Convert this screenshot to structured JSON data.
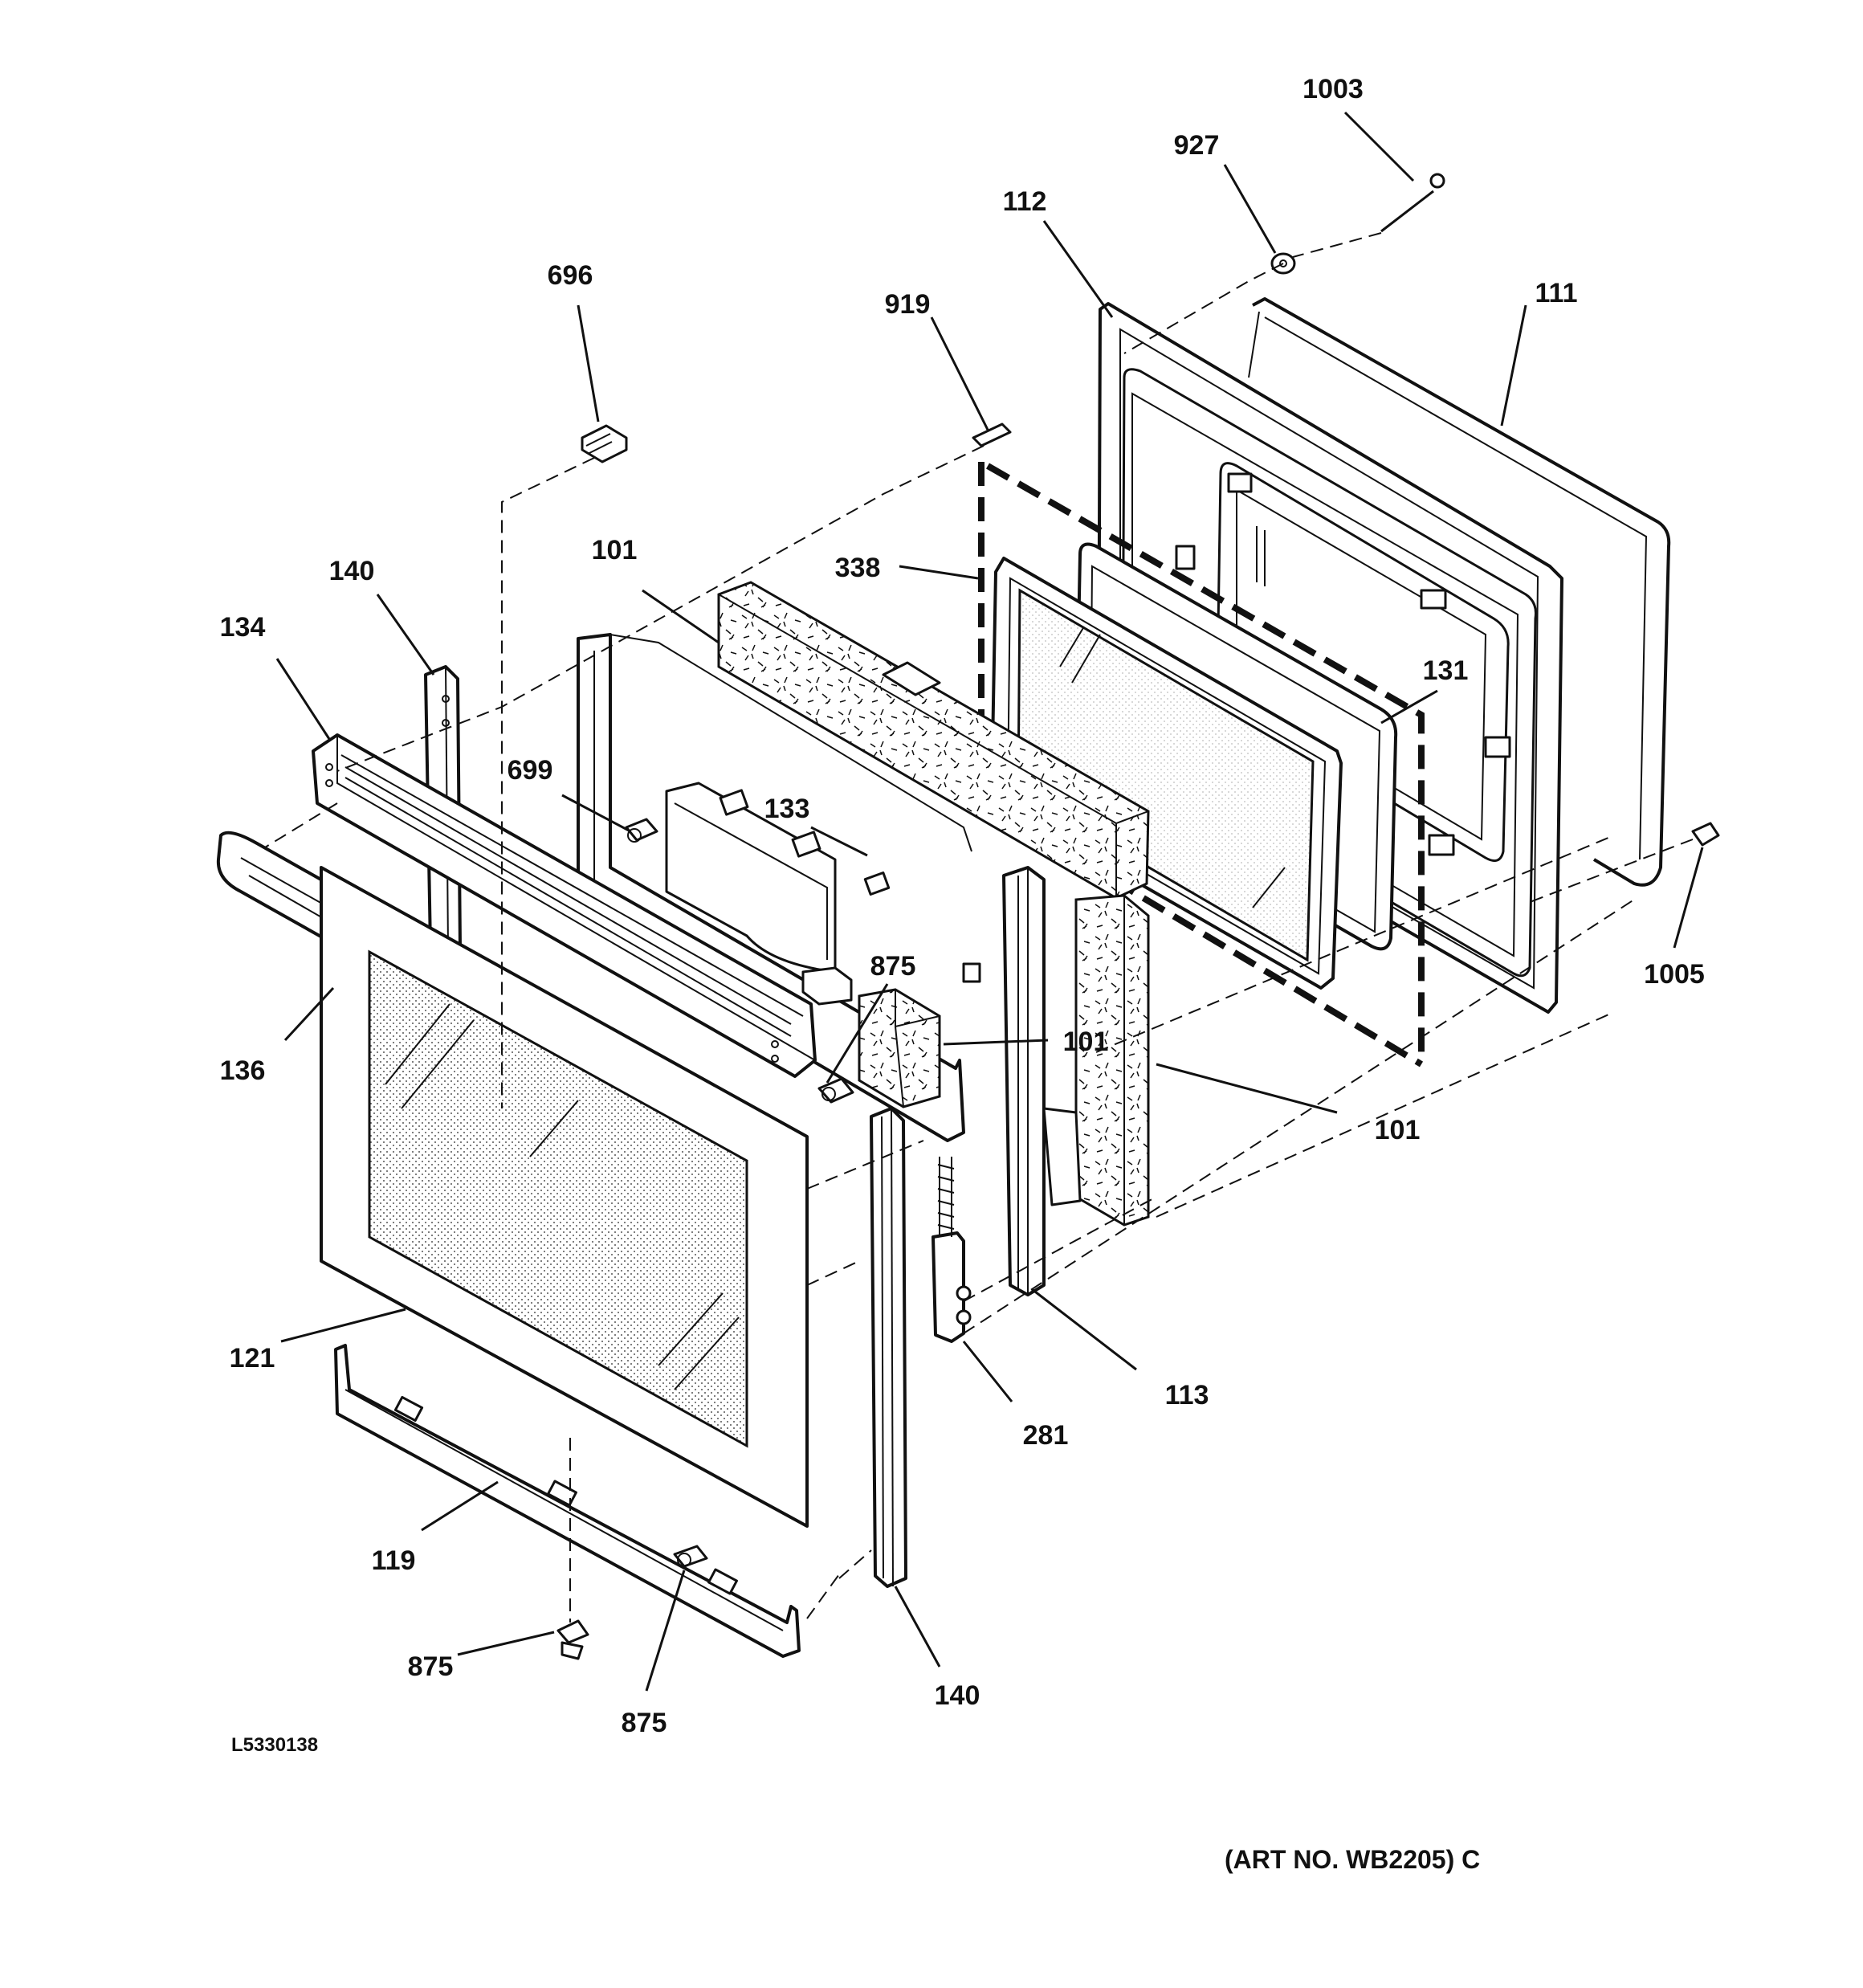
{
  "diagram": {
    "drawing_number": "L5330138",
    "art_number": "(ART NO. WB2205) C",
    "part_labels": {
      "p1003": "1003",
      "p927": "927",
      "p112": "112",
      "p111": "111",
      "p696": "696",
      "p919": "919",
      "p101_top": "101",
      "p338": "338",
      "p140_top": "140",
      "p134": "134",
      "p131": "131",
      "p699": "699",
      "p133": "133",
      "p875_mid": "875",
      "p101_mid": "101",
      "p1005": "1005",
      "p136": "136",
      "p101_right": "101",
      "p121": "121",
      "p113": "113",
      "p281": "281",
      "p119": "119",
      "p875_bottom_left": "875",
      "p140_bottom": "140",
      "p875_bottom": "875"
    }
  }
}
